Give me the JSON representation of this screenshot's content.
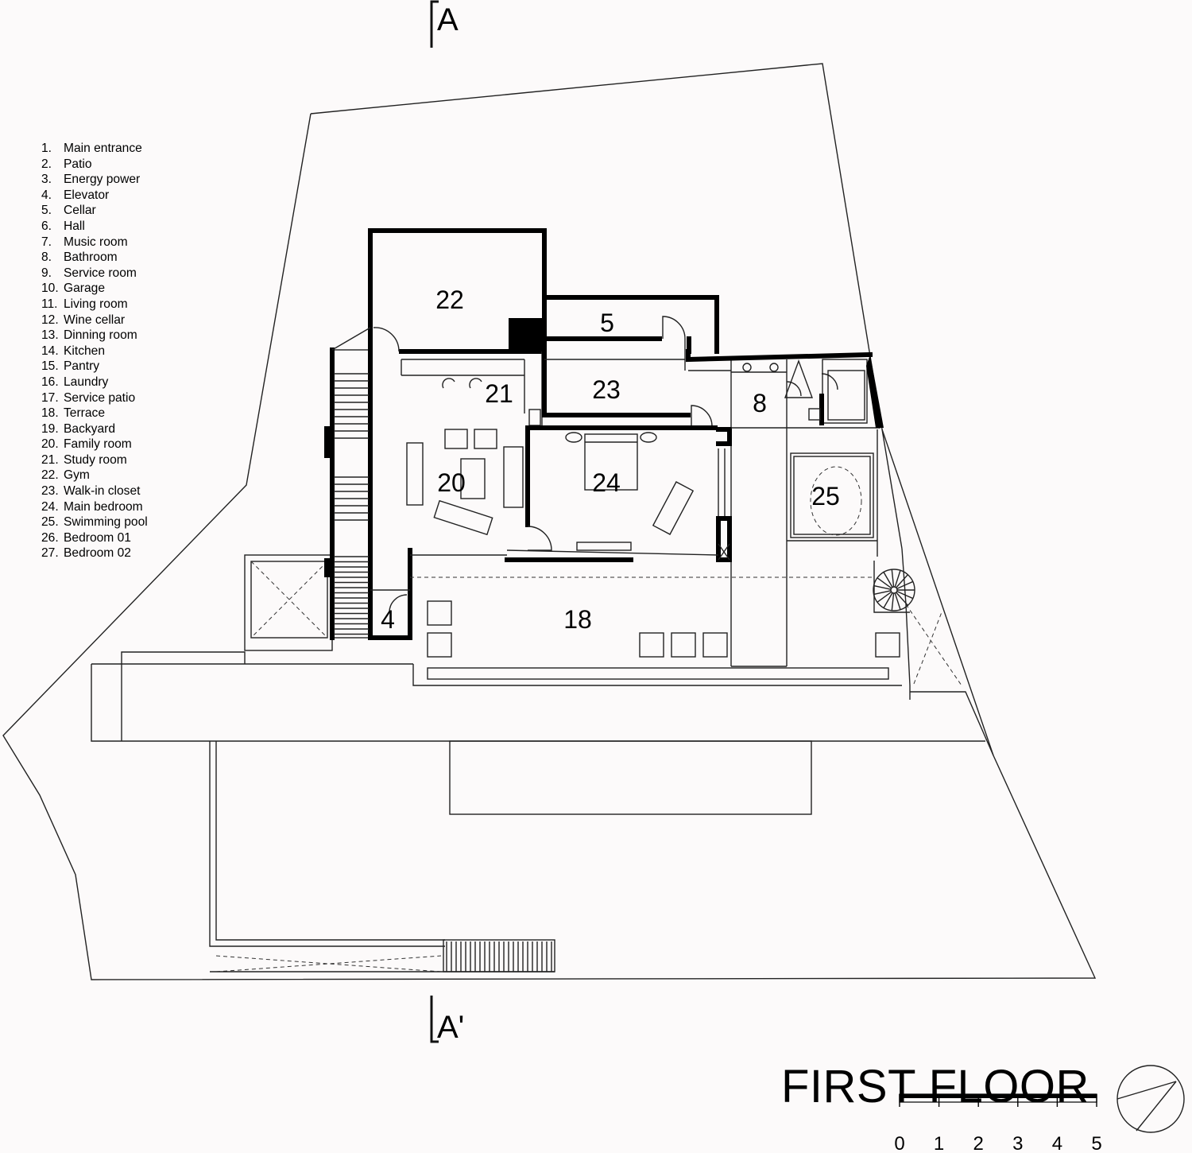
{
  "drawing": {
    "title": "FIRST FLOOR",
    "section_top": "A",
    "section_bottom": "A'",
    "scale_ticks": [
      "0",
      "1",
      "2",
      "3",
      "4",
      "5"
    ]
  },
  "legend": [
    {
      "num": "1.",
      "name": "Main entrance"
    },
    {
      "num": "2.",
      "name": "Patio"
    },
    {
      "num": "3.",
      "name": "Energy power"
    },
    {
      "num": "4.",
      "name": "Elevator"
    },
    {
      "num": "5.",
      "name": "Cellar"
    },
    {
      "num": "6.",
      "name": "Hall"
    },
    {
      "num": "7.",
      "name": "Music room"
    },
    {
      "num": "8.",
      "name": "Bathroom"
    },
    {
      "num": "9.",
      "name": "Service room"
    },
    {
      "num": "10.",
      "name": "Garage"
    },
    {
      "num": "11.",
      "name": "Living room"
    },
    {
      "num": "12.",
      "name": "Wine cellar"
    },
    {
      "num": "13.",
      "name": "Dinning room"
    },
    {
      "num": "14.",
      "name": "Kitchen"
    },
    {
      "num": "15.",
      "name": "Pantry"
    },
    {
      "num": "16.",
      "name": "Laundry"
    },
    {
      "num": "17.",
      "name": "Service patio"
    },
    {
      "num": "18.",
      "name": "Terrace"
    },
    {
      "num": "19.",
      "name": "Backyard"
    },
    {
      "num": "20.",
      "name": "Family room"
    },
    {
      "num": "21.",
      "name": "Study room"
    },
    {
      "num": "22.",
      "name": "Gym"
    },
    {
      "num": "23.",
      "name": "Walk-in closet"
    },
    {
      "num": "24.",
      "name": "Main bedroom"
    },
    {
      "num": "25.",
      "name": "Swimming pool"
    },
    {
      "num": "26.",
      "name": "Bedroom 01"
    },
    {
      "num": "27.",
      "name": "Bedroom 02"
    }
  ],
  "room_labels": {
    "gym": "22",
    "cellar": "5",
    "study": "21",
    "closet": "23",
    "bathroom": "8",
    "family": "20",
    "bedroom": "24",
    "pool": "25",
    "terrace": "18",
    "elevator": "4"
  }
}
